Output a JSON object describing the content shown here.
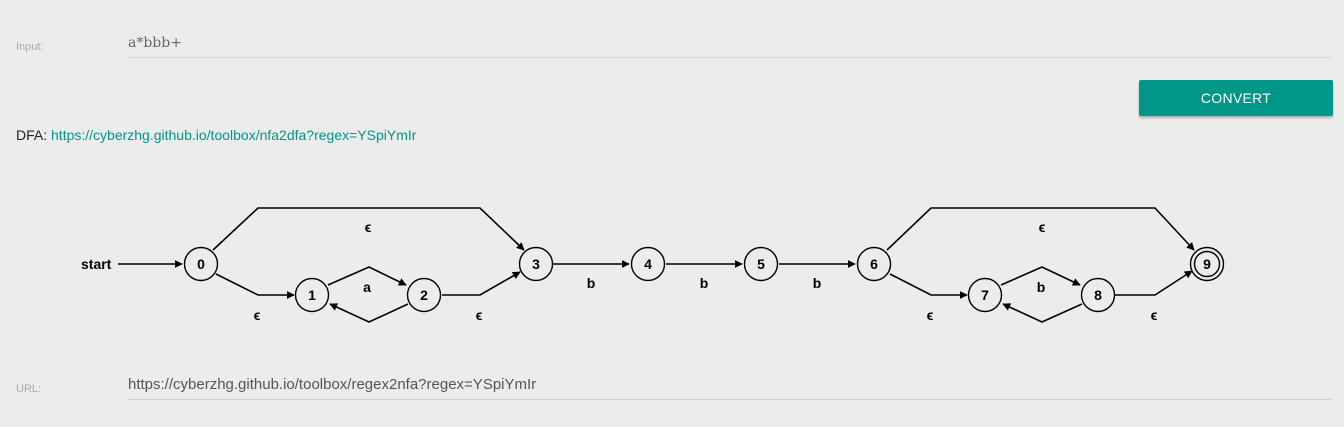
{
  "input": {
    "label": "Input:",
    "value": "a*bbb+"
  },
  "convert_button": {
    "label": "CONVERT",
    "color": "#009688"
  },
  "dfa": {
    "prefix": "DFA:",
    "link_text": "https://cyberzhg.github.io/toolbox/nfa2dfa?regex=YSpiYmIr"
  },
  "graph": {
    "start_label": "start",
    "states": [
      "0",
      "1",
      "2",
      "3",
      "4",
      "5",
      "6",
      "7",
      "8",
      "9"
    ],
    "accept_state": "9",
    "edge_labels": {
      "e_0_3": "ϵ",
      "e_0_1": "ϵ",
      "a_1_2": "a",
      "e_2_3": "ϵ",
      "b_3_4": "b",
      "b_4_5": "b",
      "b_5_6": "b",
      "e_6_9": "ϵ",
      "e_6_7": "ϵ",
      "b_7_8": "b",
      "e_8_9": "ϵ"
    }
  },
  "url": {
    "label": "URL:",
    "value": "https://cyberzhg.github.io/toolbox/regex2nfa?regex=YSpiYmIr"
  }
}
